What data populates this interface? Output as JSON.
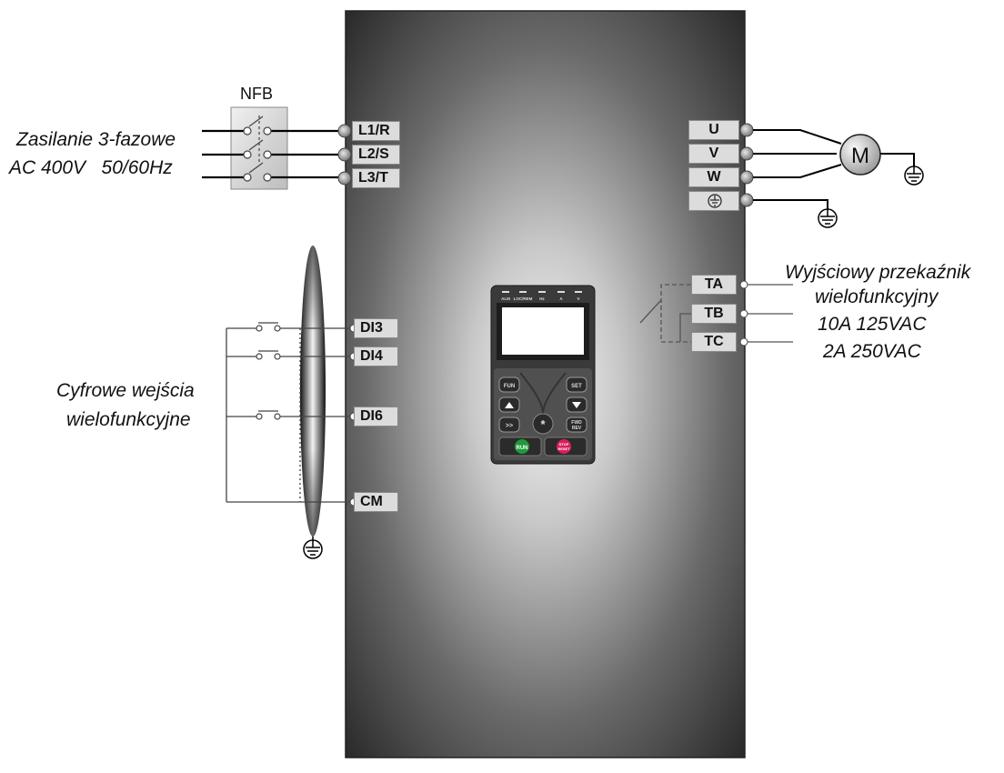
{
  "breaker": {
    "label": "NFB"
  },
  "power_input": {
    "line1": "Zasilanie 3-fazowe",
    "line2": "AC 400V   50/60Hz"
  },
  "input_terminals": [
    "L1/R",
    "L2/S",
    "L3/T"
  ],
  "output_terminals": [
    "U",
    "V",
    "W"
  ],
  "motor": {
    "label": "M"
  },
  "digital_inputs": {
    "caption_line1": "Cyfrowe wejścia",
    "caption_line2": "wielofunkcyjne",
    "terminals": [
      "DI3",
      "DI4",
      "DI6",
      "CM"
    ]
  },
  "relay_output": {
    "caption_line1": "Wyjściowy przekaźnik",
    "caption_line2": "wielofunkcyjny",
    "rating1": "10A 125VAC",
    "rating2": "2A 250VAC",
    "terminals": [
      "TA",
      "TB",
      "TC"
    ]
  },
  "keypad": {
    "indicators": [
      "ALM",
      "LOC/REM",
      "Hz",
      "A",
      "V"
    ],
    "keys": {
      "fun": "FUN",
      "set": "SET",
      "shift": ">>",
      "fwd_rev_1": "FWD",
      "fwd_rev_2": "REV",
      "run": "RUN",
      "stop_1": "STOP",
      "stop_2": "RESET",
      "center": "*"
    }
  },
  "colors": {
    "body_center": "#f4f4f4",
    "body_edge": "#222222",
    "keypad": "#3a3a3a",
    "run": "#1e9a3a",
    "stop": "#d8205a"
  }
}
